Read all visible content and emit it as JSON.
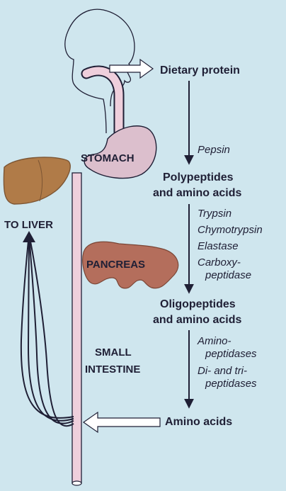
{
  "labels": {
    "dietary_protein": "Dietary protein",
    "pepsin": "Pepsin",
    "polypeptides_l1": "Polypeptides",
    "polypeptides_l2": "and amino acids",
    "trypsin": "Trypsin",
    "chymotrypsin": "Chymotrypsin",
    "elastase": "Elastase",
    "carboxy_l1": "Carboxy-",
    "carboxy_l2": "peptidase",
    "oligopeptides_l1": "Oligopeptides",
    "oligopeptides_l2": "and amino acids",
    "amino_l1": "Amino-",
    "amino_l2": "peptidases",
    "ditri_l1": "Di- and tri-",
    "ditri_l2": "peptidases",
    "amino_acids": "Amino acids",
    "stomach": "STOMACH",
    "to_liver": "TO LIVER",
    "pancreas": "PANCREAS",
    "small_l1": "SMALL",
    "small_l2": "INTESTINE"
  },
  "colors": {
    "background": "#cfe6ee",
    "tract": "#efcfdc",
    "stomach": "#dcbfcd",
    "liver": "#b07b48",
    "pancreas": "#b46e5c",
    "ink": "#1f1f35"
  }
}
